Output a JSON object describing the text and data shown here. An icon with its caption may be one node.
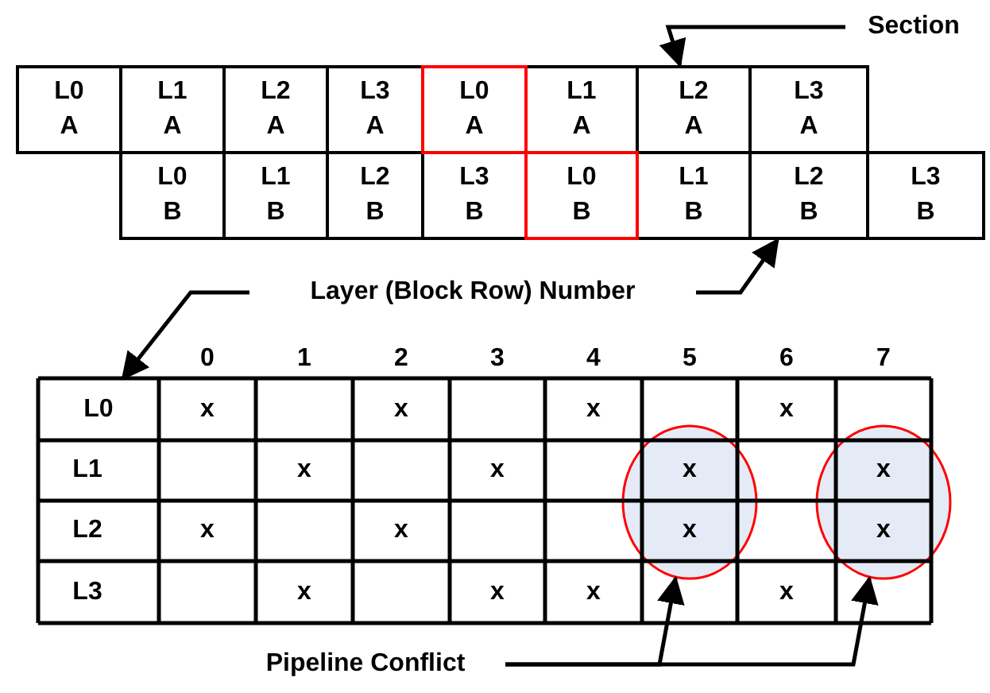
{
  "diagram": {
    "nodes": [
      {
        "text": [
          "Section"
        ]
      },
      {
        "text": [
          "L0 A"
        ]
      },
      {
        "text": [
          "L1 A"
        ]
      },
      {
        "text": [
          "L2 A"
        ]
      },
      {
        "text": [
          "L3 A"
        ]
      },
      {
        "text": [
          "L0 A"
        ]
      },
      {
        "text": [
          "L1 A"
        ]
      },
      {
        "text": [
          "L2 A"
        ]
      },
      {
        "text": [
          "L3 A"
        ]
      },
      {
        "text": [
          "L0 B"
        ]
      },
      {
        "text": [
          "L1 B"
        ]
      },
      {
        "text": [
          "L2 B"
        ]
      },
      {
        "text": [
          "L3 B"
        ]
      },
      {
        "text": [
          "L0 B"
        ]
      },
      {
        "text": [
          "L1 B"
        ]
      },
      {
        "text": [
          "L2 B"
        ]
      },
      {
        "text": [
          "L3 B"
        ]
      },
      {
        "text": [
          "Layer (Block Row) Number"
        ]
      },
      {
        "text": [
          "L0"
        ]
      },
      {
        "text": [],
        "shape": "circle"
      },
      {
        "text": [],
        "shape": "circle"
      },
      {
        "text": [
          "Pipeline Conflict"
        ]
      }
    ],
    "edges": [
      {
        "from": 0,
        "to": 7,
        "arrow": "to"
      },
      {
        "from": 17,
        "to": 18,
        "arrow": "to"
      },
      {
        "from": 17,
        "to": 15,
        "arrow": "to"
      },
      {
        "from": 21,
        "to": 19,
        "arrow": "to"
      },
      {
        "from": 21,
        "to": 20,
        "arrow": "to"
      }
    ],
    "labels": [
      "0",
      "1",
      "2",
      "3",
      "4",
      "5",
      "6",
      "7",
      "x",
      "x",
      "x",
      "x",
      "L1",
      "x",
      "x",
      "x",
      "x",
      "L2",
      "x",
      "x",
      "x",
      "x",
      "L3",
      "x",
      "x",
      "x",
      "x"
    ]
  }
}
